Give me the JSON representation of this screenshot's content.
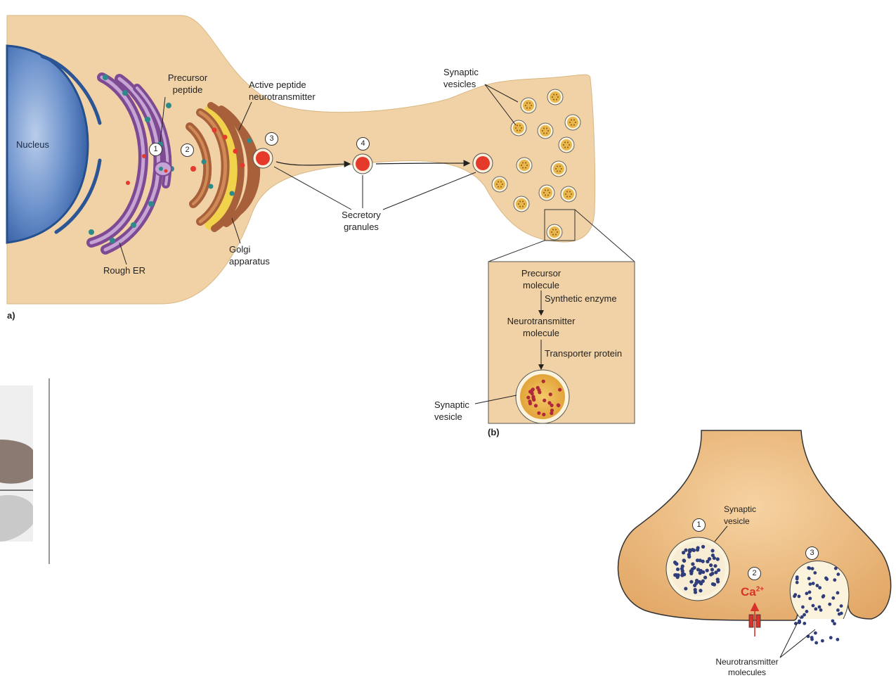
{
  "panel_a": {
    "letter": "a)",
    "labels": {
      "nucleus": "Nucleus",
      "precursor_peptide_1": "Precursor",
      "precursor_peptide_2": "peptide",
      "active_peptide_1": "Active peptide",
      "active_peptide_2": "neurotransmitter",
      "synaptic_vesicles_1": "Synaptic",
      "synaptic_vesicles_2": "vesicles",
      "secretory_granules_1": "Secretory",
      "secretory_granules_2": "granules",
      "golgi_1": "Golgi",
      "golgi_2": "apparatus",
      "rough_er": "Rough ER"
    },
    "steps": [
      "1",
      "2",
      "3",
      "4"
    ]
  },
  "panel_b": {
    "letter": "(b)",
    "precursor_1": "Precursor",
    "precursor_2": "molecule",
    "enzyme": "Synthetic enzyme",
    "neurotransmitter_1": "Neurotransmitter",
    "neurotransmitter_2": "molecule",
    "transporter": "Transporter protein",
    "vesicle_1": "Synaptic",
    "vesicle_2": "vesicle"
  },
  "panel_c": {
    "vesicle_1": "Synaptic",
    "vesicle_2": "vesicle",
    "steps": [
      "1",
      "2",
      "3"
    ],
    "ion": "Ca",
    "ion_charge": "2+",
    "nt_1": "Neurotransmitter",
    "nt_2": "molecules"
  },
  "colors": {
    "cytoplasm": "#f1d2a6",
    "nucleus": "#5b83c4",
    "er": "#7d4a93",
    "golgi": "#a8603a",
    "granule": "#e53a2b",
    "vesicle": "#e9b64b",
    "nt_molecule": "#2f3d7a"
  }
}
